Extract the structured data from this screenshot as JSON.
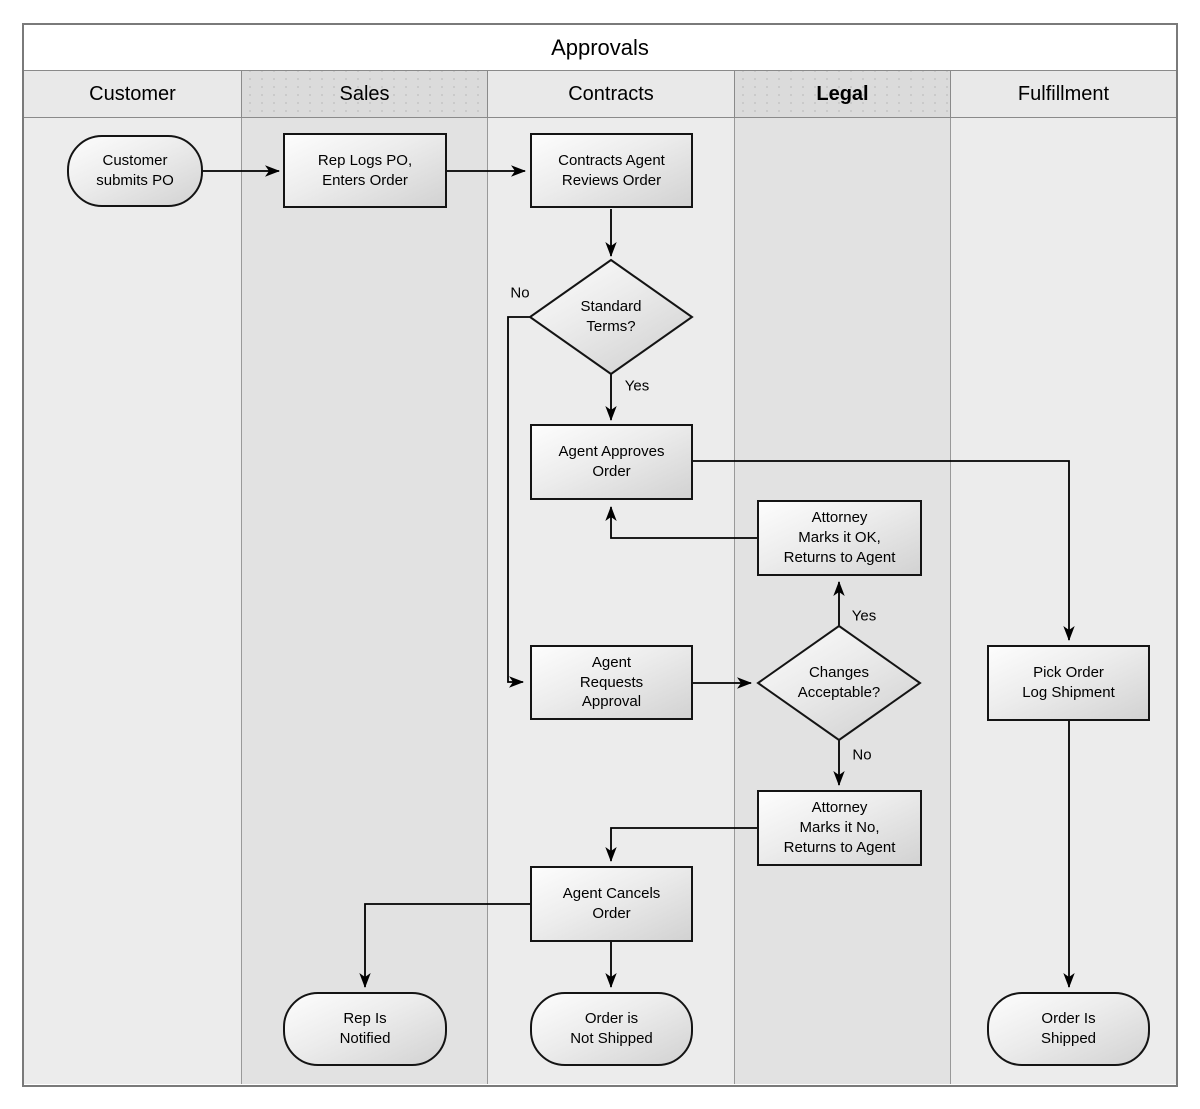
{
  "diagram": {
    "title": "Approvals",
    "lanes": [
      {
        "label": "Customer"
      },
      {
        "label": "Sales"
      },
      {
        "label": "Contracts"
      },
      {
        "label": "Legal"
      },
      {
        "label": "Fulfillment"
      }
    ],
    "nodes": {
      "customer_submits_po": {
        "label": "Customer\nsubmits PO",
        "shape": "terminator",
        "lane": "Customer"
      },
      "rep_logs_po": {
        "label": "Rep Logs PO,\nEnters Order",
        "shape": "process",
        "lane": "Sales"
      },
      "contracts_agent_reviews": {
        "label": "Contracts Agent\nReviews Order",
        "shape": "process",
        "lane": "Contracts"
      },
      "standard_terms": {
        "label": "Standard\nTerms?",
        "shape": "decision",
        "lane": "Contracts"
      },
      "agent_approves": {
        "label": "Agent Approves\nOrder",
        "shape": "process",
        "lane": "Contracts"
      },
      "attorney_ok": {
        "label": "Attorney\nMarks it OK,\nReturns to Agent",
        "shape": "process",
        "lane": "Legal"
      },
      "agent_requests": {
        "label": "Agent\nRequests\nApproval",
        "shape": "process",
        "lane": "Contracts"
      },
      "changes_acceptable": {
        "label": "Changes\nAcceptable?",
        "shape": "decision",
        "lane": "Legal"
      },
      "attorney_no": {
        "label": "Attorney\nMarks it No,\nReturns to Agent",
        "shape": "process",
        "lane": "Legal"
      },
      "agent_cancels": {
        "label": "Agent Cancels\nOrder",
        "shape": "process",
        "lane": "Contracts"
      },
      "rep_notified": {
        "label": "Rep Is\nNotified",
        "shape": "terminator",
        "lane": "Sales"
      },
      "order_not_shipped": {
        "label": "Order is\nNot Shipped",
        "shape": "terminator",
        "lane": "Contracts"
      },
      "pick_order": {
        "label": "Pick Order\nLog Shipment",
        "shape": "process",
        "lane": "Fulfillment"
      },
      "order_shipped": {
        "label": "Order Is\nShipped",
        "shape": "terminator",
        "lane": "Fulfillment"
      }
    },
    "edge_labels": {
      "standard_terms_no": "No",
      "standard_terms_yes": "Yes",
      "changes_yes": "Yes",
      "changes_no": "No"
    },
    "colors": {
      "lane_body_light": "#ececec",
      "lane_body_dark": "#e2e2e2",
      "lane_header_light": "#e9e9e9",
      "lane_header_dark": "#dbdbdb",
      "node_fill_top": "#fdfdfd",
      "node_fill_bottom": "#d2d2d2",
      "node_border": "#141414",
      "pool_border": "#7a7a7a",
      "connector": "#000000"
    }
  }
}
